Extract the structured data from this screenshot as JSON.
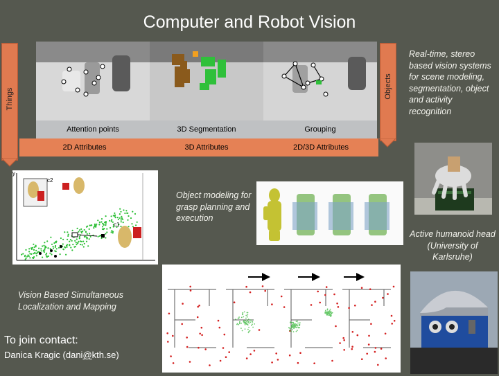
{
  "title": "Computer and Robot Vision",
  "left_bar": {
    "label": "Things"
  },
  "right_bar": {
    "label": "Objects"
  },
  "table": {
    "row1": [
      "Attention points",
      "3D Segmentation",
      "Grouping"
    ],
    "row2": [
      "2D Attributes",
      "3D Attributes",
      "2D/3D Attributes"
    ]
  },
  "right_caption": "Real-time, stereo based vision systems for scene modeling, segmentation, object and activity recognition",
  "plot_labels": {
    "c2": "c2",
    "c1": "c1",
    "y": "y"
  },
  "grasp_caption": "Object modeling for grasp planning and execution",
  "humanoid_caption": "Active humanoid head (University of Karlsruhe)",
  "slam_caption": "Vision Based Simultaneous Localization and Mapping",
  "contact": {
    "heading": "To join contact:",
    "name_prefix": "Danica Kragic (dani",
    "at": "@",
    "name_suffix": "kth.se)"
  },
  "colors": {
    "background": "#55584f",
    "accent": "#e58155",
    "gray": "#bfc1c3"
  }
}
